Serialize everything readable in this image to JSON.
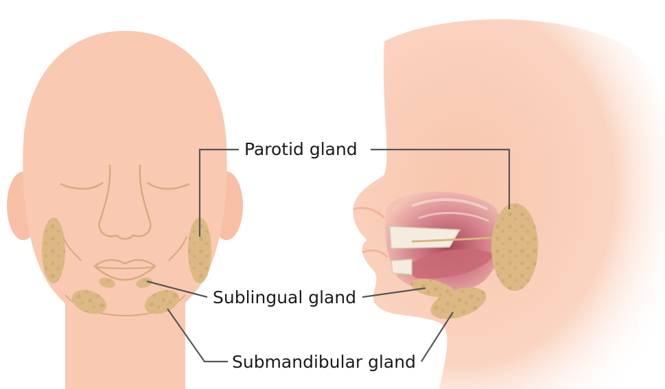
{
  "labels": {
    "parotid": "Parotid gland",
    "sublingual": "Sublingual gland",
    "submandibular": "Submandibular gland"
  },
  "colors": {
    "skin": "#f9c9b1",
    "skin_shadow": "#efb89e",
    "gland": "#d9b57e",
    "gland_spot": "#c49a5c",
    "line": "#555555",
    "mouth_inner": "#d47f86",
    "mouth_deep": "#b75d68"
  }
}
